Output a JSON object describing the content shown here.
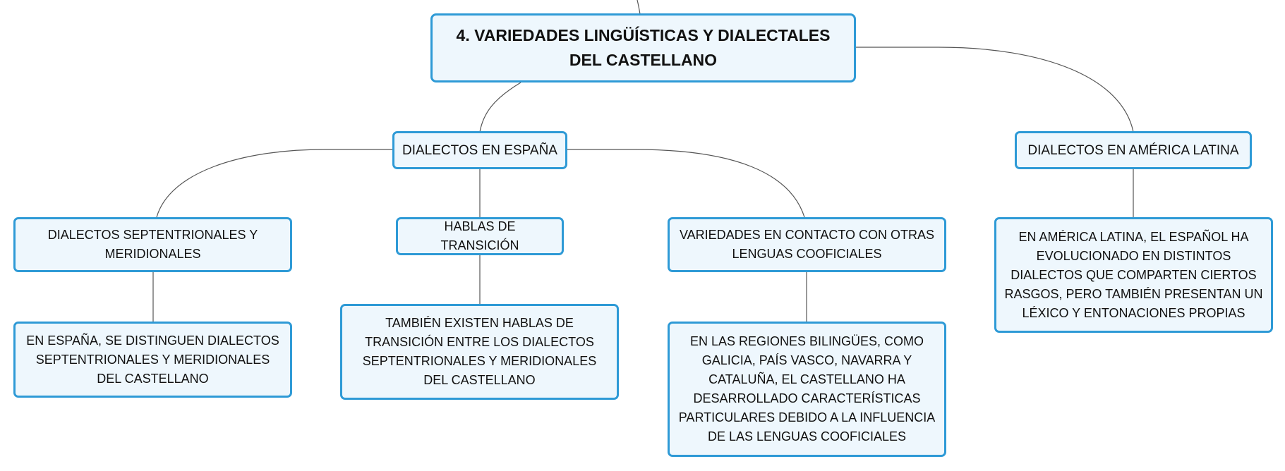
{
  "diagram": {
    "root": {
      "title": "4. VARIEDADES LINGÜÍSTICAS Y DIALECTALES DEL CASTELLANO"
    },
    "branches": {
      "spain": {
        "label": "DIALECTOS EN ESPAÑA",
        "children": [
          {
            "label": "DIALECTOS SEPTENTRIONALES Y MERIDIONALES",
            "detail": "EN ESPAÑA, SE DISTINGUEN DIALECTOS SEPTENTRIONALES Y MERIDIONALES DEL CASTELLANO"
          },
          {
            "label": "HABLAS DE TRANSICIÓN",
            "detail": "TAMBIÉN EXISTEN HABLAS DE TRANSICIÓN ENTRE LOS DIALECTOS SEPTENTRIONALES Y MERIDIONALES DEL CASTELLANO"
          },
          {
            "label": "VARIEDADES EN CONTACTO CON OTRAS LENGUAS COOFICIALES",
            "detail": "EN LAS REGIONES BILINGÜES, COMO GALICIA, PAÍS VASCO, NAVARRA Y CATALUÑA, EL CASTELLANO HA DESARROLLADO CARACTERÍSTICAS PARTICULARES DEBIDO A LA INFLUENCIA DE LAS LENGUAS COOFICIALES"
          }
        ]
      },
      "latin_america": {
        "label": "DIALECTOS EN AMÉRICA LATINA",
        "detail": "EN AMÉRICA LATINA, EL ESPAÑOL HA EVOLUCIONADO EN DISTINTOS DIALECTOS QUE COMPARTEN CIERTOS RASGOS, PERO TAMBIÉN PRESENTAN UN LÉXICO Y ENTONACIONES PROPIAS"
      }
    },
    "colors": {
      "node_border": "#2e9ad6",
      "node_fill": "#eef7fd",
      "connector": "#555555"
    }
  }
}
